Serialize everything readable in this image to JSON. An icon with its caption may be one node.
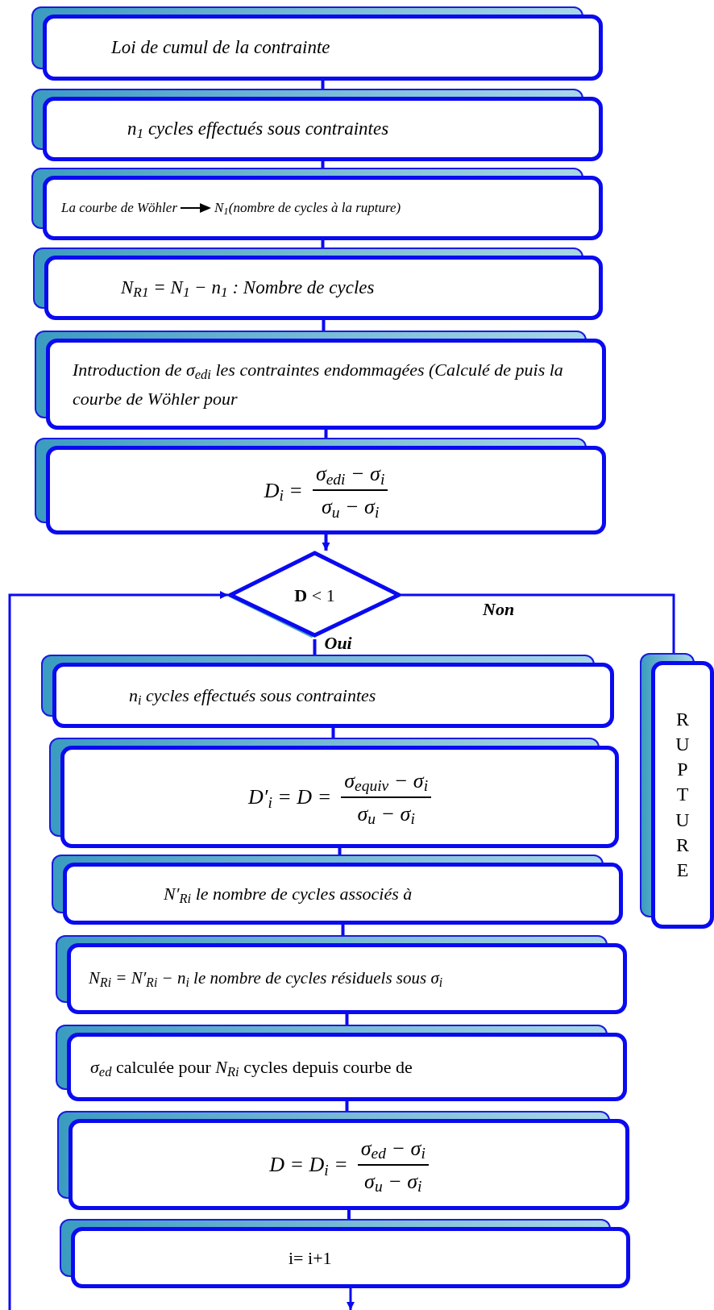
{
  "diagram": {
    "nodes": [
      {
        "text": [
          "Loi de cumul de la contrainte"
        ]
      },
      {
        "text": [
          "n$_{1}$ cycles effectués sous contraintes"
        ]
      },
      {
        "text": [
          "La courbe de Wöhler",
          "N$_{1}$(nombre de cycles à la rupture)"
        ]
      },
      {
        "text": [
          "N$_{R1}$ = N$_{1}$ − n$_{1}$ : Nombre de cycles"
        ]
      },
      {
        "text": [
          "Introduction de σ$_{edi}$ les contraintes endommagées (Calculé de puis la courbe de Wöhler pour"
        ]
      },
      {
        "text": [
          "D$_{i}$ =",
          "σ$_{edi}$ − σ$_{i}$",
          "σ$_{u}$ − σ$_{i}$"
        ]
      },
      {
        "text": [
          "**D** < 1"
        ]
      },
      {
        "text": [
          "n$_{i}$ cycles effectués sous contraintes"
        ]
      },
      {
        "text": [
          "D′$_{i}$ = D =",
          "σ$_{equiv}$ − σ$_{i}$",
          "σ$_{u}$ − σ$_{i}$"
        ]
      },
      {
        "text": [
          "N′$_{Ri}$ le nombre de cycles associés à"
        ]
      },
      {
        "text": [
          "N$_{Ri}$ = N′$_{Ri}$ − n$_{i}$ le nombre de cycles résiduels sous σ$_{i}$"
        ]
      },
      {
        "text": [
          "*σ$_{ed}$* calculée pour *N$_{Ri}$* cycles depuis  courbe de"
        ]
      },
      {
        "text": [
          "D = D$_{i}$ =",
          "σ$_{ed}$ − σ$_{i}$",
          "σ$_{u}$ − σ$_{i}$"
        ]
      },
      {
        "text": [
          "i= i+1"
        ]
      },
      {
        "text": [
          "RUPTURE"
        ]
      }
    ],
    "edges": [
      {
        "from": 0,
        "to": 1,
        "arrow": "to"
      },
      {
        "from": 1,
        "to": 2,
        "arrow": "to"
      },
      {
        "from": 2,
        "to": 3,
        "arrow": "to"
      },
      {
        "from": 3,
        "to": 4,
        "arrow": "to"
      },
      {
        "from": 4,
        "to": 5,
        "arrow": "to"
      },
      {
        "from": 5,
        "to": 6,
        "arrow": "to"
      },
      {
        "from": 6,
        "to": 7,
        "arrow": "to",
        "label": "Oui"
      },
      {
        "from": 6,
        "to": 14,
        "arrow": "to",
        "label": "Non"
      },
      {
        "from": 7,
        "to": 8,
        "arrow": "to"
      },
      {
        "from": 8,
        "to": 9,
        "arrow": "to"
      },
      {
        "from": 9,
        "to": 10,
        "arrow": "to"
      },
      {
        "from": 10,
        "to": 11,
        "arrow": "to"
      },
      {
        "from": 11,
        "to": 12,
        "arrow": "to"
      },
      {
        "from": 12,
        "to": 13,
        "arrow": "none"
      },
      {
        "from": 13,
        "to": null,
        "arrow": "to"
      },
      {
        "from": null,
        "to": 6,
        "arrow": "to"
      }
    ]
  }
}
